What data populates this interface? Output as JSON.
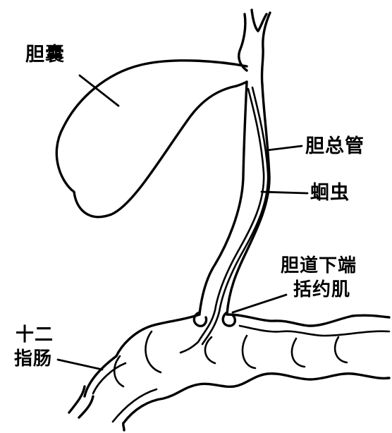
{
  "labels": {
    "gallbladder": "胆囊",
    "common_bile_duct": "胆总管",
    "roundworm": "蛔虫",
    "sphincter_line1": "胆道下端",
    "sphincter_line2": "括约肌",
    "duodenum_line1": "十二",
    "duodenum_line2": "指肠"
  },
  "colors": {
    "ink": "#000000",
    "paper": "#ffffff"
  }
}
